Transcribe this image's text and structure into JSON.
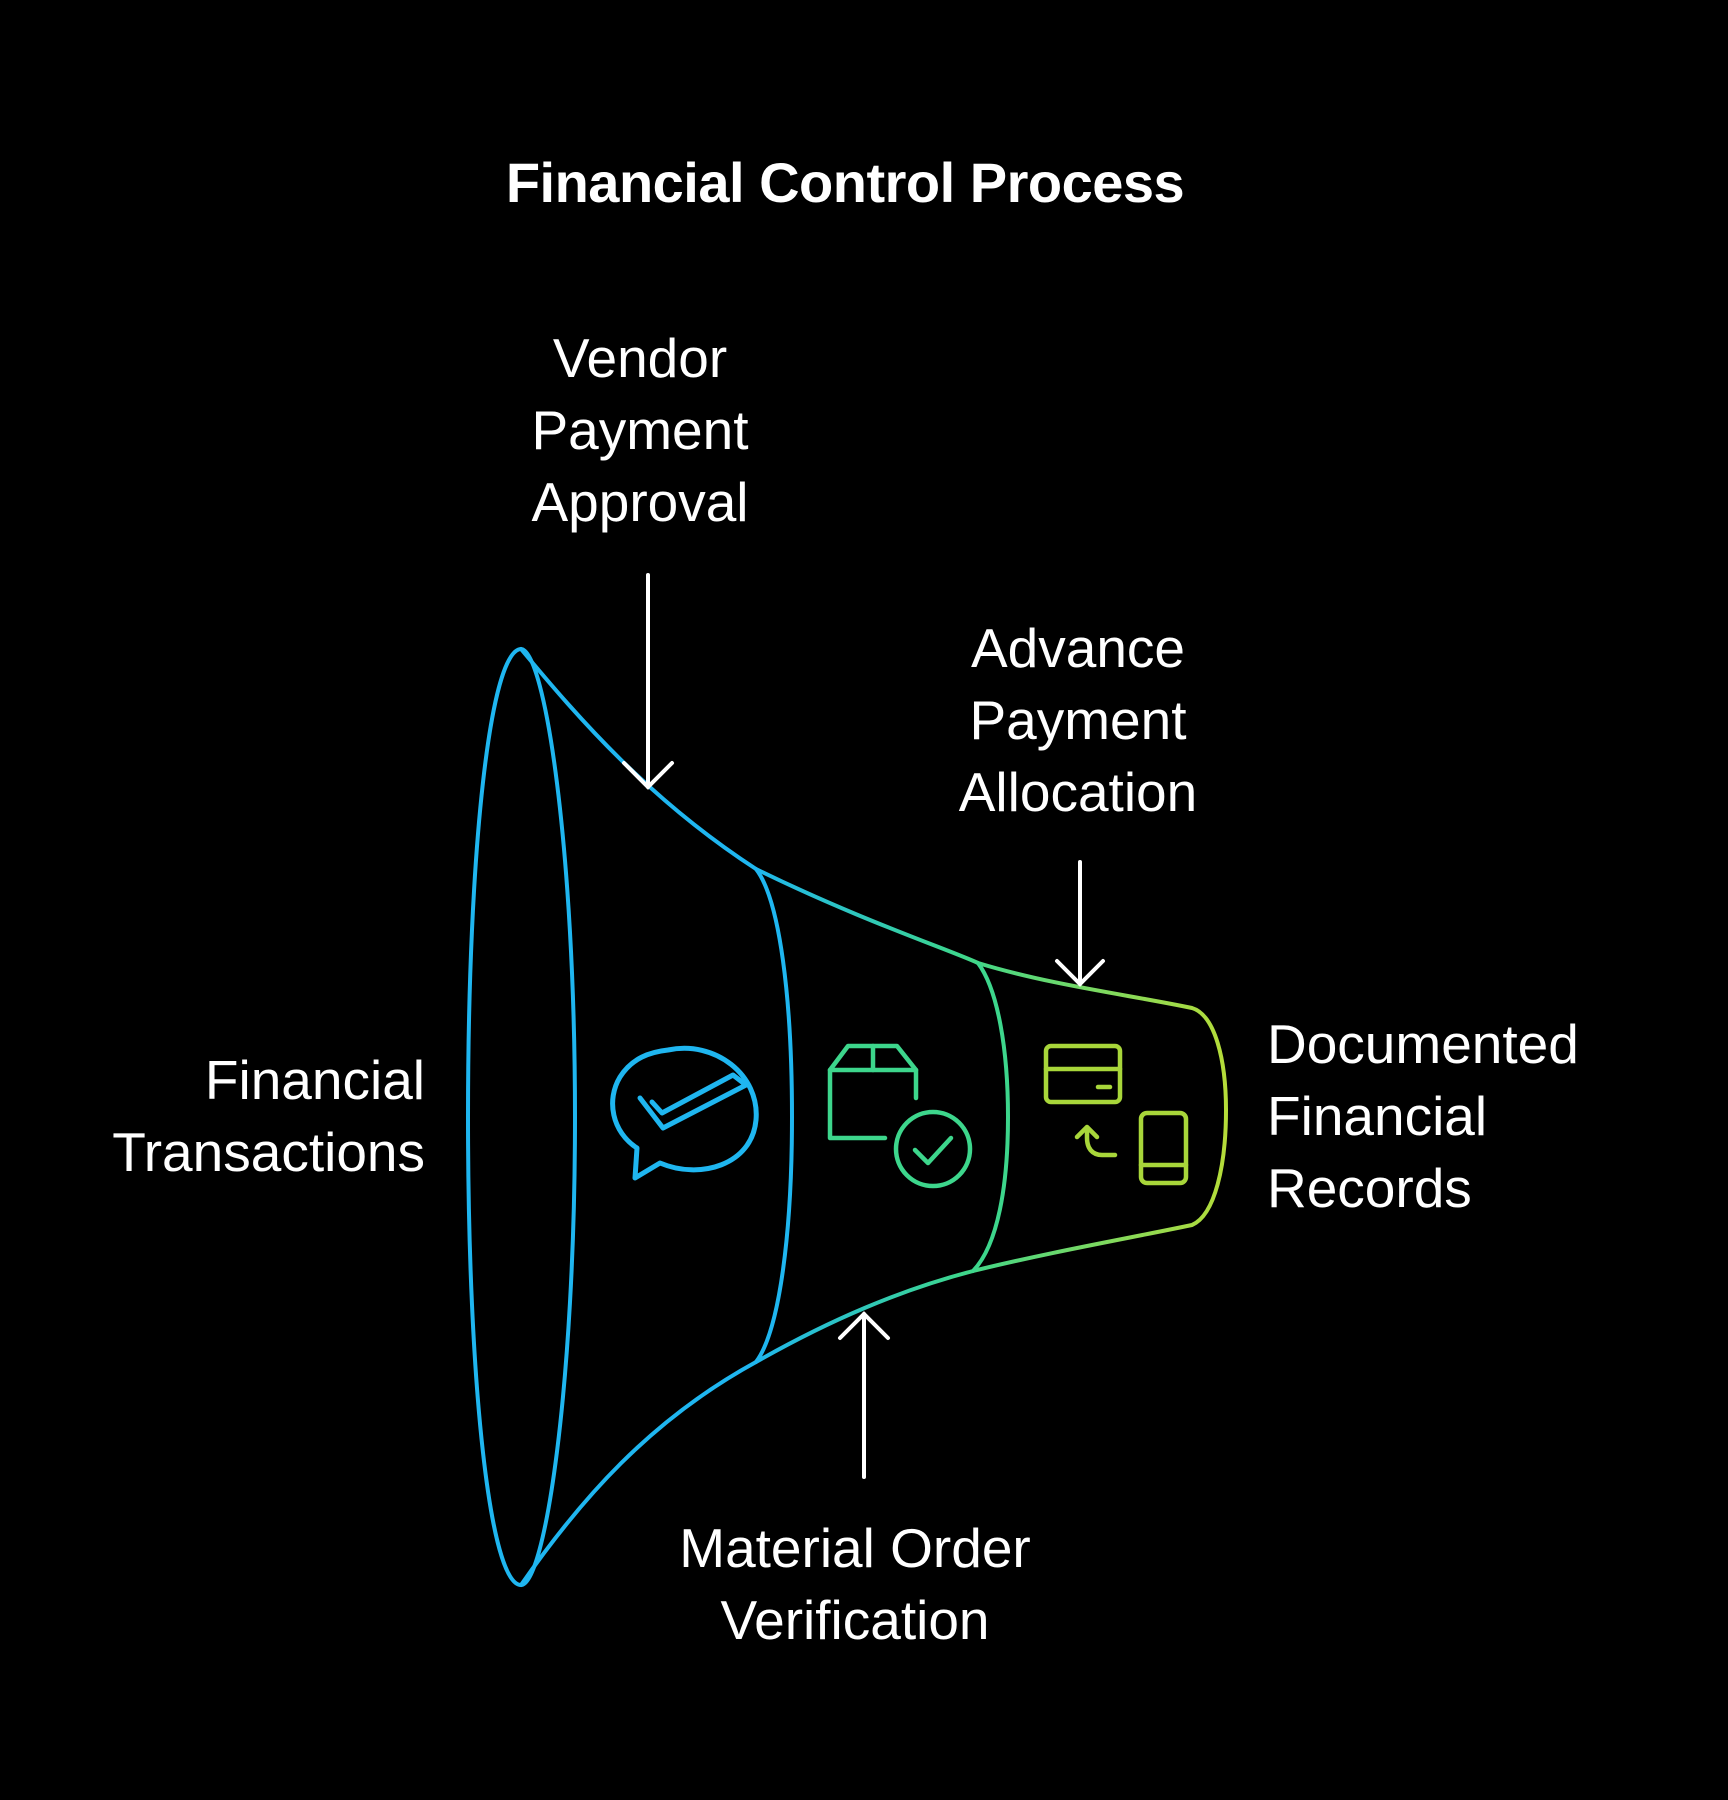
{
  "title": "Financial Control Process",
  "inputs": {
    "financial_transactions": [
      "Financial",
      "Transactions"
    ]
  },
  "stages": [
    {
      "label": [
        "Vendor",
        "Payment",
        "Approval"
      ],
      "icon": "chat-check-icon",
      "color": "#1fb6f0",
      "pointer": "top"
    },
    {
      "label": [
        "Material Order",
        "Verification"
      ],
      "icon": "package-check-icon",
      "color": "#3dd68c",
      "pointer": "bottom"
    },
    {
      "label": [
        "Advance",
        "Payment",
        "Allocation"
      ],
      "icon": "card-to-phone-icon",
      "color": "#a8d63a",
      "pointer": "top"
    }
  ],
  "output": {
    "documented_records": [
      "Documented",
      "Financial",
      "Records"
    ]
  },
  "colors": {
    "background": "#000000",
    "text": "#ffffff",
    "stage1": "#1fb6f0",
    "stage2": "#3dd68c",
    "stage3": "#a8d63a"
  }
}
